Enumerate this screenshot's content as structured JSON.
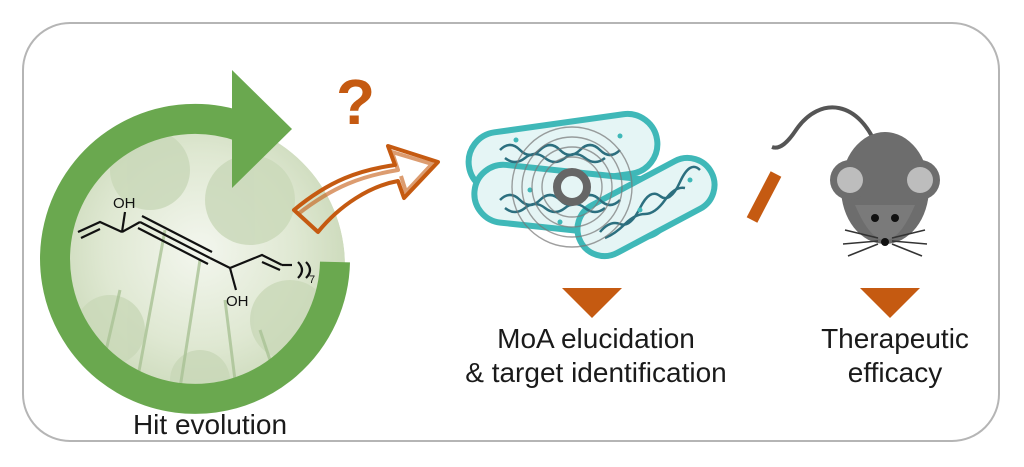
{
  "molecule": {
    "oh_top": "OH",
    "oh_bottom": "OH",
    "chain_index": "7"
  },
  "symbols": {
    "question": "?"
  },
  "labels": {
    "hit_evolution": "Hit evolution",
    "moa_line1": "MoA elucidation",
    "moa_line2": "& target identification",
    "therapeutic_line1": "Therapeutic",
    "therapeutic_line2": "efficacy"
  },
  "colors": {
    "cycle_green": "#6aa84f",
    "accent_orange": "#c55a11",
    "bacteria_teal": "#3fb8b8",
    "mouse_gray": "#6d6d6d"
  }
}
